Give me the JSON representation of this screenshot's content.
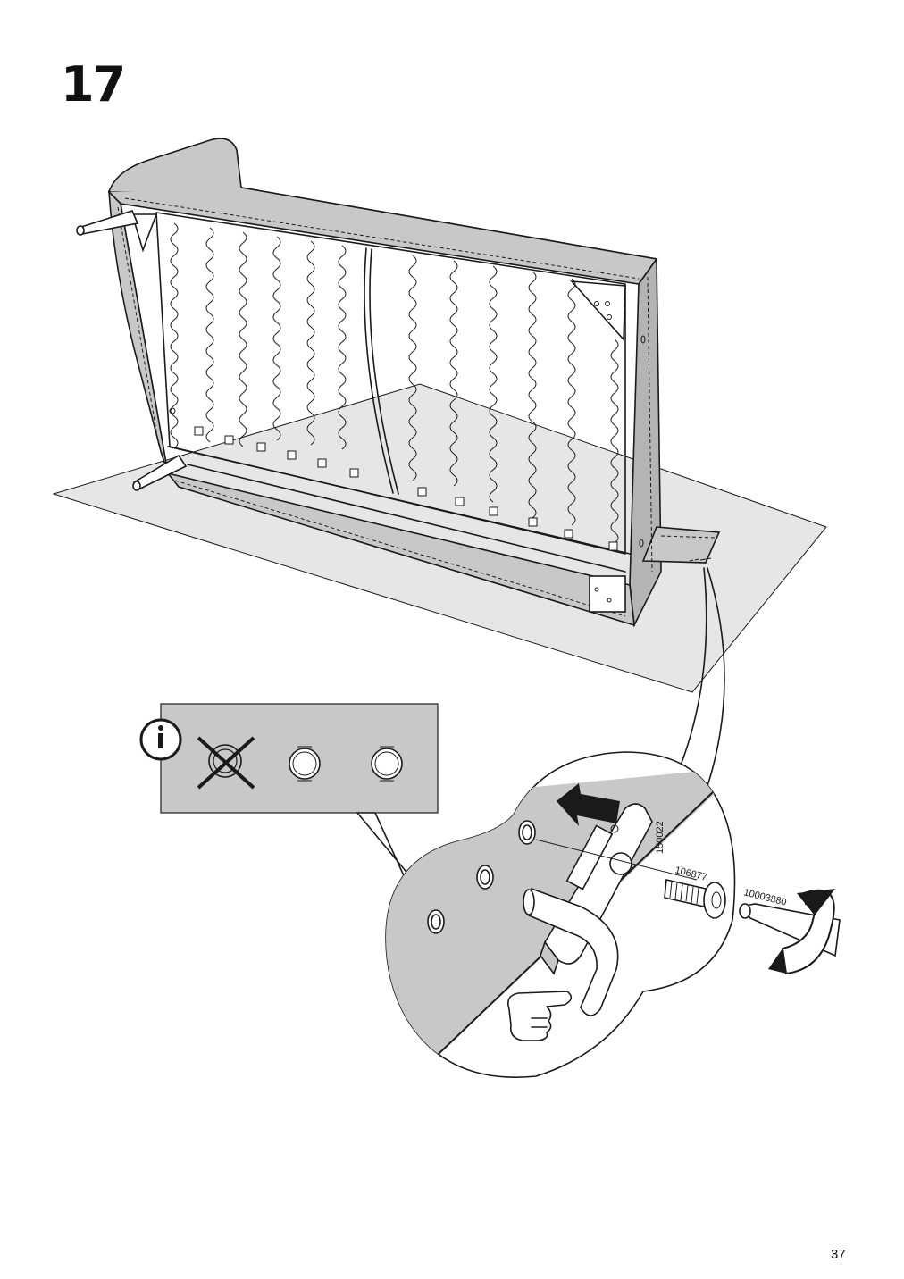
{
  "step": {
    "number": "17"
  },
  "page": {
    "number": "37"
  },
  "parts": [
    {
      "id": "150022",
      "label": "150022"
    },
    {
      "id": "106877",
      "label": "106877"
    },
    {
      "id": "10003880",
      "label": "10003880"
    }
  ],
  "info_panel": {
    "icon": "info-icon",
    "options": [
      {
        "state": "incorrect",
        "icon": "crossed-out-hole-icon"
      },
      {
        "state": "correct",
        "icon": "hole-icon"
      },
      {
        "state": "correct",
        "icon": "hole-icon"
      }
    ]
  },
  "colors": {
    "panel_gray": "#c8c8c8",
    "floor_gray": "#e6e6e6",
    "ink": "#1a1a1a"
  }
}
